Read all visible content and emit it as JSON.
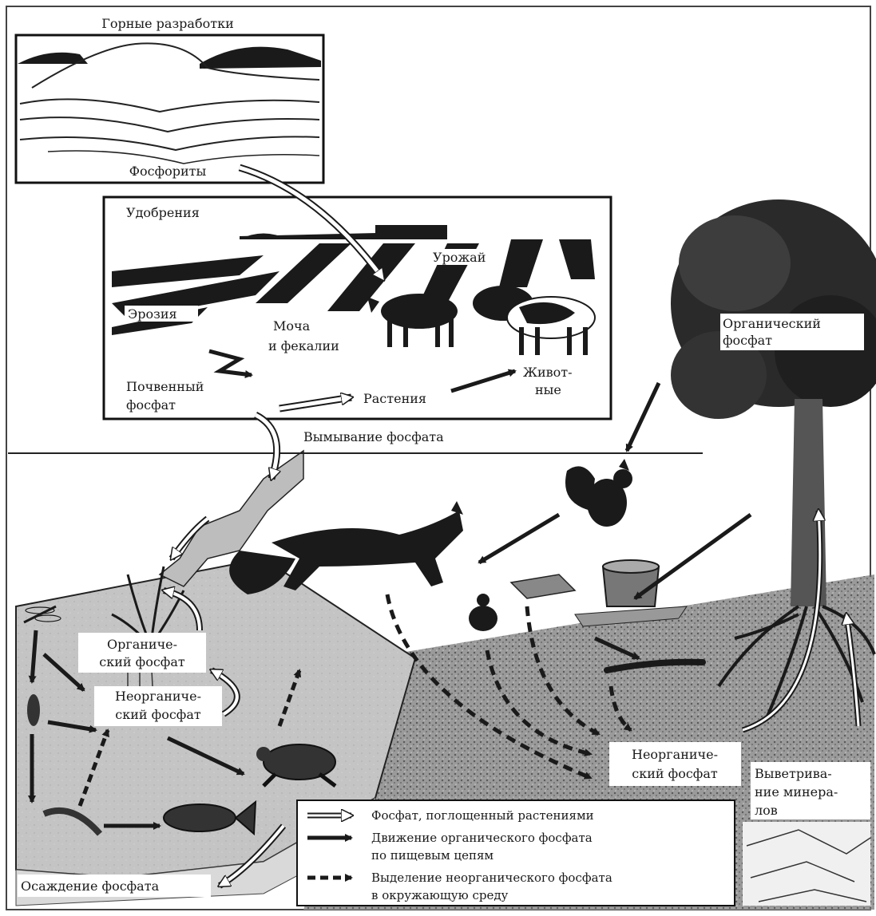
{
  "labels": {
    "mining": "Горные разработки",
    "phosphorites": "Фосфориты",
    "fertilizers": "Удобрения",
    "harvest": "Урожай",
    "erosion": "Эрозия",
    "urine_1": "Моча",
    "urine_2": "и фекалии",
    "soil_phosphate_1": "Почвенный",
    "soil_phosphate_2": "фосфат",
    "plants": "Растения",
    "animals_1": "Живот-",
    "animals_2": "ные",
    "leaching": "Вымывание фосфата",
    "organic_tree_1": "Органический",
    "organic_tree_2": "фосфат",
    "organic_water_1": "Органиче-",
    "organic_water_2": "ский фосфат",
    "inorganic_water_1": "Неорганиче-",
    "inorganic_water_2": "ский фосфат",
    "inorganic_soil_1": "Неорганиче-",
    "inorganic_soil_2": "ский фосфат",
    "weathering_1": "Выветрива-",
    "weathering_2": "ние минера-",
    "weathering_3": "лов",
    "sedimentation": "Осаждение фосфата"
  },
  "legend": {
    "item1": "Фосфат, поглощенный растениями",
    "item2_1": "Движение органического фосфата",
    "item2_2": "по пищевым цепям",
    "item3_1": "Выделение неорганического фосфата",
    "item3_2": "в окружающую среду"
  },
  "colors": {
    "ink": "#1a1a1a",
    "water": "#bdbdbd",
    "soil": "#8a8a8a",
    "sky": "#ffffff"
  },
  "icons": [
    "hills-icon",
    "cows-icon",
    "tree-icon",
    "fox-icon",
    "squirrel-icon",
    "frog-icon",
    "stump-icon",
    "worm-icon",
    "dragonfly-icon",
    "turtle-icon",
    "fish-icon",
    "shrimp-icon",
    "plant-icon",
    "grass-icon"
  ]
}
